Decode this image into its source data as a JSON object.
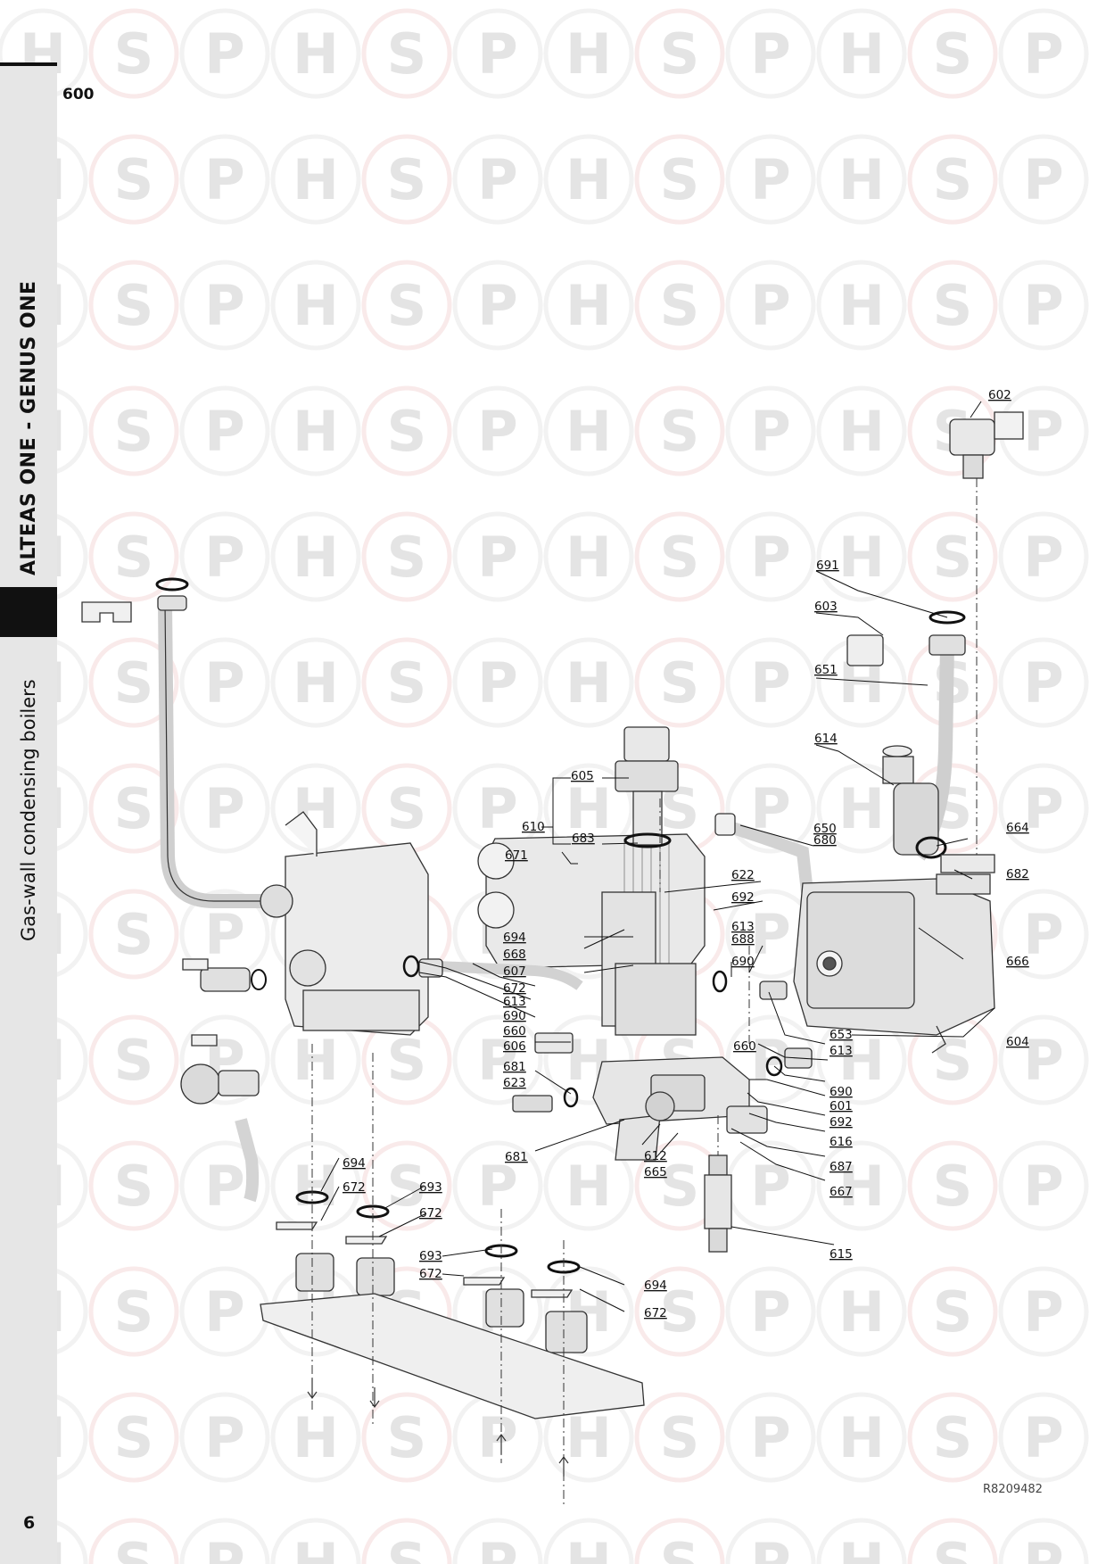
{
  "watermark": {
    "letters": [
      "H",
      "S",
      "P"
    ],
    "ring_color": "#f2f2f2",
    "letter_color": "#e4e4e4",
    "accent_ring": "#f9eaea"
  },
  "sidebar": {
    "product_title": "ALTEAS ONE - GENUS ONE",
    "product_subtitle": "Gas-wall condensing boilers"
  },
  "header": {
    "section_code": "600"
  },
  "footer": {
    "page_number": "6",
    "drawing_ref": "R8209482"
  },
  "part_labels": {
    "l602": "602",
    "l691": "691",
    "l603": "603",
    "l651": "651",
    "l614": "614",
    "l605": "605",
    "l610": "610",
    "l683": "683",
    "l680": "680",
    "l650": "650",
    "l664": "664",
    "l671": "671",
    "l622": "622",
    "l682": "682",
    "l692a": "692",
    "l613a": "613",
    "l688": "688",
    "l694a": "694",
    "l668": "668",
    "l607": "607",
    "l690a": "690",
    "l666": "666",
    "l672a": "672",
    "l613b": "613",
    "l690b": "690",
    "l660a": "660",
    "l653": "653",
    "l604": "604",
    "l606": "606",
    "l660b": "660",
    "l613c": "613",
    "l681a": "681",
    "l623": "623",
    "l690c": "690",
    "l601": "601",
    "l692b": "692",
    "l616": "616",
    "l681b": "681",
    "l612": "612",
    "l665": "665",
    "l687": "687",
    "l694b": "694",
    "l672b": "672",
    "l667": "667",
    "l693a": "693",
    "l672c": "672",
    "l615": "615",
    "l693b": "693",
    "l672d": "672",
    "l694c": "694",
    "l672e": "672"
  }
}
